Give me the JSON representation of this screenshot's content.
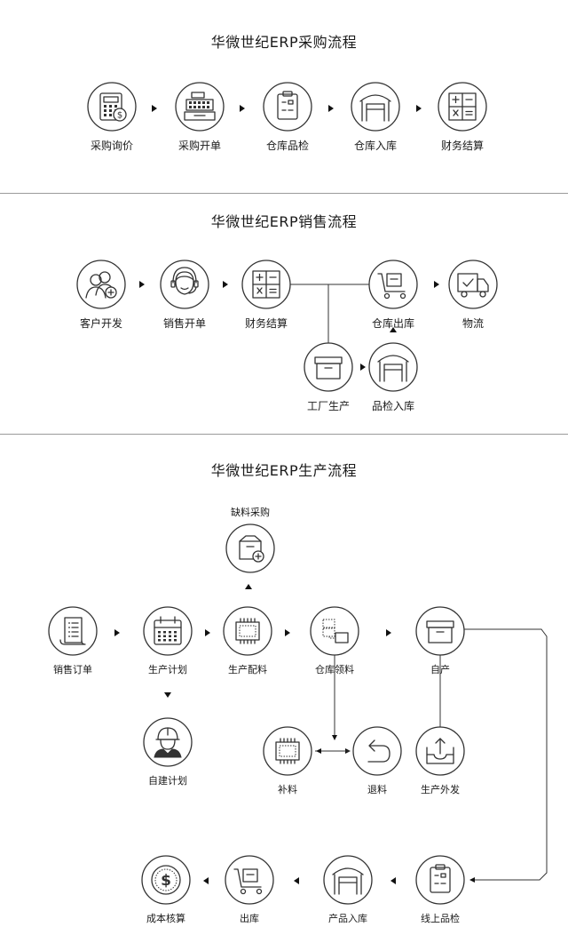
{
  "sections": [
    {
      "title": "华微世纪ERP采购流程",
      "nodes": [
        {
          "id": "p1",
          "label": "采购询价",
          "icon": "calculator-dollar-icon"
        },
        {
          "id": "p2",
          "label": "采购开单",
          "icon": "cash-register-icon"
        },
        {
          "id": "p3",
          "label": "仓库品检",
          "icon": "clipboard-checklist-icon"
        },
        {
          "id": "p4",
          "label": "仓库入库",
          "icon": "warehouse-icon"
        },
        {
          "id": "p5",
          "label": "财务结算",
          "icon": "math-operators-icon"
        }
      ]
    },
    {
      "title": "华微世纪ERP销售流程",
      "nodes": [
        {
          "id": "s1",
          "label": "客户开发",
          "icon": "users-add-icon"
        },
        {
          "id": "s2",
          "label": "销售开单",
          "icon": "headset-agent-icon"
        },
        {
          "id": "s3",
          "label": "财务结算",
          "icon": "math-operators-icon"
        },
        {
          "id": "s4",
          "label": "仓库出库",
          "icon": "cart-box-icon"
        },
        {
          "id": "s5",
          "label": "物流",
          "icon": "delivery-truck-icon"
        },
        {
          "id": "s6",
          "label": "工厂生产",
          "icon": "box-icon"
        },
        {
          "id": "s7",
          "label": "品检入库",
          "icon": "warehouse-icon"
        }
      ]
    },
    {
      "title": "华微世纪ERP生产流程",
      "nodes": [
        {
          "id": "m0",
          "label": "缺料采购",
          "icon": "box-add-icon"
        },
        {
          "id": "m1",
          "label": "销售订单",
          "icon": "receipt-list-icon"
        },
        {
          "id": "m2",
          "label": "生产计划",
          "icon": "calendar-icon"
        },
        {
          "id": "m3",
          "label": "生产配料",
          "icon": "chip-icon"
        },
        {
          "id": "m4",
          "label": "仓库领料",
          "icon": "blocks-icon"
        },
        {
          "id": "m5",
          "label": "自产",
          "icon": "box-icon"
        },
        {
          "id": "m6",
          "label": "自建计划",
          "icon": "worker-icon"
        },
        {
          "id": "m7",
          "label": "补料",
          "icon": "chip-icon"
        },
        {
          "id": "m8",
          "label": "退料",
          "icon": "return-arrow-icon"
        },
        {
          "id": "m9",
          "label": "生产外发",
          "icon": "tray-upload-icon"
        },
        {
          "id": "m10",
          "label": "成本核算",
          "icon": "dollar-coin-icon"
        },
        {
          "id": "m11",
          "label": "出库",
          "icon": "cart-box-icon"
        },
        {
          "id": "m12",
          "label": "产品入库",
          "icon": "warehouse-icon"
        },
        {
          "id": "m13",
          "label": "线上品检",
          "icon": "clipboard-checklist-icon"
        }
      ]
    }
  ],
  "colors": {
    "stroke": "#333333",
    "text": "#1a1a1a",
    "divider": "#9a9a9a",
    "background": "#ffffff"
  }
}
